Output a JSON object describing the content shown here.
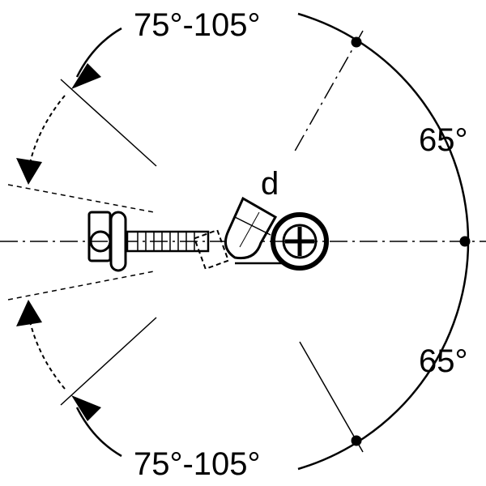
{
  "labels": {
    "top_angle": "75°-105°",
    "bottom_angle": "75°-105°",
    "right_upper_angle": "65°",
    "right_lower_angle": "65°",
    "dimension": "d"
  },
  "colors": {
    "line": "#000000",
    "background": "#ffffff"
  }
}
